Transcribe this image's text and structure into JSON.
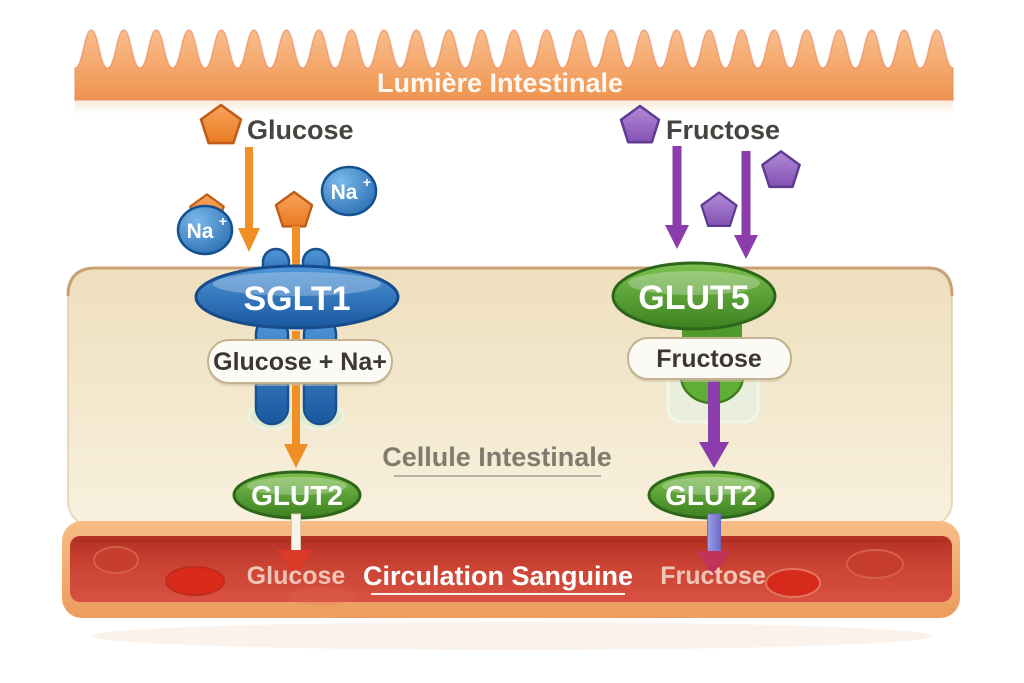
{
  "lumen": {
    "label": "Lumière Intestinale"
  },
  "cell": {
    "label": "Cellule Intestinale"
  },
  "blood": {
    "label": "Circulation Sanguine"
  },
  "pathway_glucose": {
    "molecule_label": "Glucose",
    "sodium_symbol": "Na",
    "sodium_charge": "+",
    "transporter_apical": "SGLT1",
    "cargo_label": "Glucose + Na+",
    "transporter_basal": "GLUT2",
    "blood_label": "Glucose"
  },
  "pathway_fructose": {
    "molecule_label": "Fructose",
    "transporter_apical": "GLUT5",
    "cargo_label": "Fructose",
    "transporter_basal": "GLUT2",
    "blood_label": "Fructose"
  },
  "colors": {
    "lumen_orange": "#f09a5c",
    "cell_beige": "#f2e4c6",
    "vessel_wall_orange": "#f2a96e",
    "blood_red": "#c93a2c",
    "sglt1_blue": "#2468b0",
    "glut_green": "#4f9329",
    "glucose_orange": "#ee8a33",
    "fructose_purple": "#9468c0",
    "sodium_blue": "#2d7cc2",
    "arrow_orange": "#ef8f25",
    "arrow_purple": "#8b3dab"
  }
}
